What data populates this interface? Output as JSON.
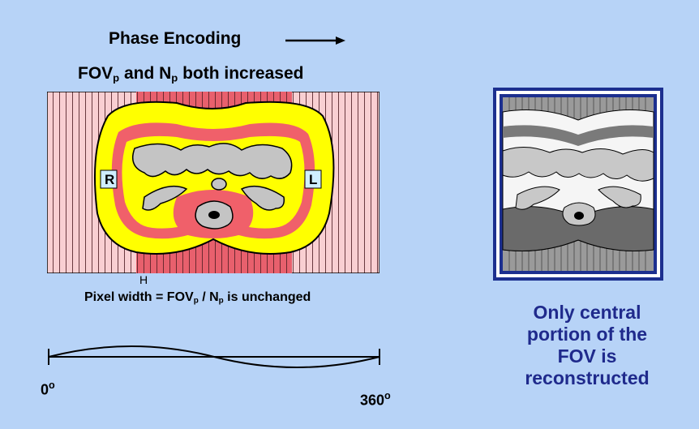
{
  "header": {
    "phase_encoding": "Phase Encoding",
    "fov_text": "FOV",
    "fov_sub": "p",
    "and_text": " and N",
    "n_sub": "p",
    "rest_text": " both increased"
  },
  "labels": {
    "right": "R",
    "left": "L",
    "h_marker": "H"
  },
  "pixel_note": {
    "prefix": "Pixel width = FOV",
    "sub1": "p",
    "middle": " / N",
    "sub2": "p",
    "suffix": " is unchanged"
  },
  "phase_scale": {
    "start": "0",
    "end": "360",
    "degree_symbol": "o"
  },
  "caption": {
    "line1": "Only central",
    "line2": "portion of the",
    "line3": "FOV is",
    "line4": "reconstructed"
  },
  "colors": {
    "background": "#b7d3f7",
    "outer_stripes": "#f9cfd2",
    "center_stripes": "#e8606d",
    "fat": "#ffff00",
    "muscle": "#f0606a",
    "organ": "#c4c4c4",
    "caption": "#1f2a8c"
  }
}
